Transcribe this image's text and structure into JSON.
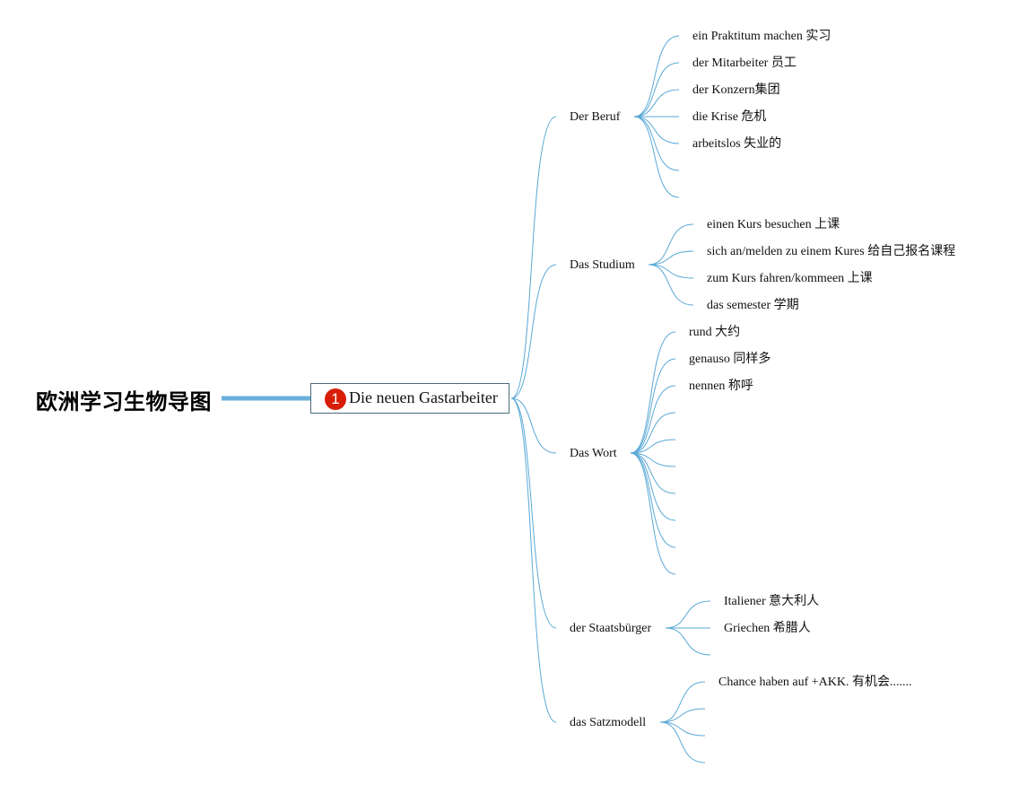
{
  "mindmap": {
    "root_title": "欧洲学习生物导图",
    "center": {
      "badge": "1",
      "label": "Die neuen Gastarbeiter"
    },
    "branches": [
      {
        "label": "Der Beruf",
        "items": [
          "ein Praktitum machen 实习",
          "der Mitarbeiter 员工",
          "der Konzern集团",
          "die Krise 危机",
          "arbeitslos 失业的",
          "",
          ""
        ]
      },
      {
        "label": "Das Studium",
        "items": [
          "einen Kurs besuchen 上课",
          "sich an/melden zu einem Kures 给自己报名课程",
          "zum Kurs fahren/kommeen 上课",
          "das semester 学期"
        ]
      },
      {
        "label": "Das Wort",
        "items": [
          "rund 大约",
          "genauso 同样多",
          "nennen 称呼",
          "",
          "",
          "",
          "",
          "",
          "",
          ""
        ]
      },
      {
        "label": "der Staatsbürger",
        "items": [
          "Italiener 意大利人",
          "Griechen 希腊人",
          ""
        ]
      },
      {
        "label": "das Satzmodell",
        "items": [
          "Chance haben auf +AKK. 有机会.......",
          "",
          "",
          ""
        ]
      }
    ]
  },
  "colors": {
    "line": "#5aa9d6",
    "main_line": "#6ab0dc",
    "badge": "#d81e06",
    "center_border": "#4a6b7a"
  }
}
